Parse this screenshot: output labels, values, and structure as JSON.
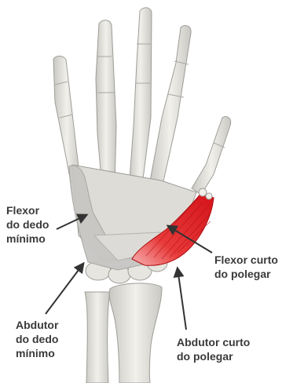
{
  "labels": {
    "flexor_dedo_minimo": [
      "Flexor",
      "do dedo",
      "mínimo"
    ],
    "abdutor_dedo_minimo": [
      "Abdutor",
      "do dedo",
      "mínimo"
    ],
    "flexor_curto_polegar": [
      "Flexor curto",
      "do polegar"
    ],
    "abdutor_curto_polegar": [
      "Abdutor curto",
      "do polegar"
    ]
  },
  "colors": {
    "bone_light": "#ecebe6",
    "bone_shadow": "#c9c8c2",
    "bone_outline": "#9e9d98",
    "highlighted_muscle": "#e0191e",
    "muscle_light": "#f2a8a8",
    "grey_muscle": "#c7c6c3",
    "label_text": "#3a3a3a",
    "arrow": "#333333"
  }
}
